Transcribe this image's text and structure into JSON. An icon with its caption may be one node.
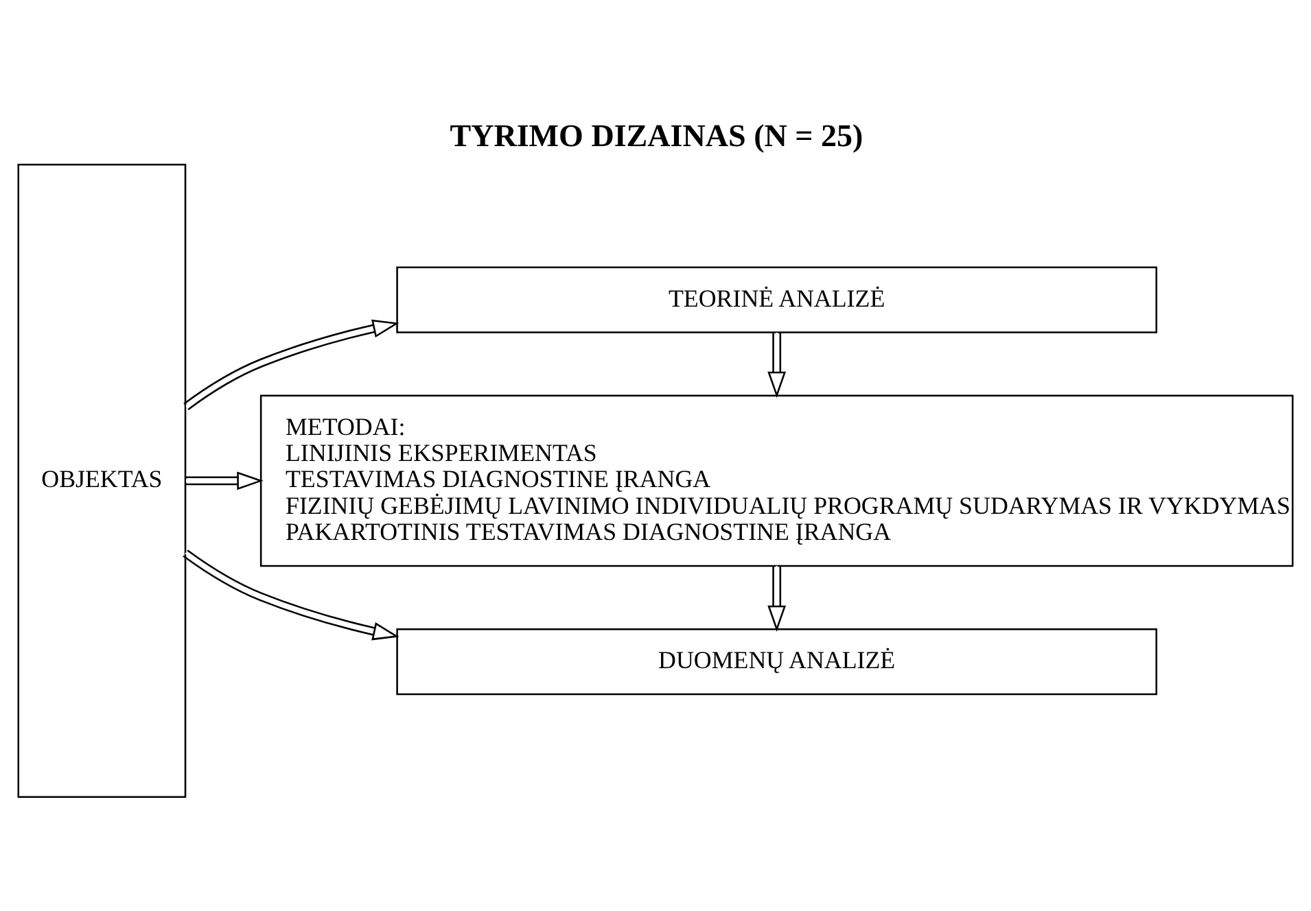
{
  "diagram": {
    "title": "TYRIMO DIZAINAS (N = 25)",
    "nodes": [
      {
        "text": [
          "OBJEKTAS"
        ]
      },
      {
        "text": [
          "TEORINĖ ANALIZĖ"
        ]
      },
      {
        "text": [
          "METODAI:",
          "LINIJINIS EKSPERIMENTAS",
          "TESTAVIMAS DIAGNOSTINE ĮRANGA",
          "FIZINIŲ GEBĖJIMŲ LAVINIMO INDIVIDUALIŲ PROGRAMŲ SUDARYMAS IR VYKDYMAS",
          "PAKARTOTINIS TESTAVIMAS DIAGNOSTINE ĮRANGA"
        ]
      },
      {
        "text": [
          "DUOMENŲ ANALIZĖ"
        ]
      }
    ],
    "edges": [
      {
        "from": 0,
        "to": 1,
        "arrow": "to"
      },
      {
        "from": 0,
        "to": 2,
        "arrow": "to"
      },
      {
        "from": 0,
        "to": 3,
        "arrow": "to"
      },
      {
        "from": 1,
        "to": 2,
        "arrow": "to"
      },
      {
        "from": 2,
        "to": 3,
        "arrow": "to"
      }
    ]
  }
}
